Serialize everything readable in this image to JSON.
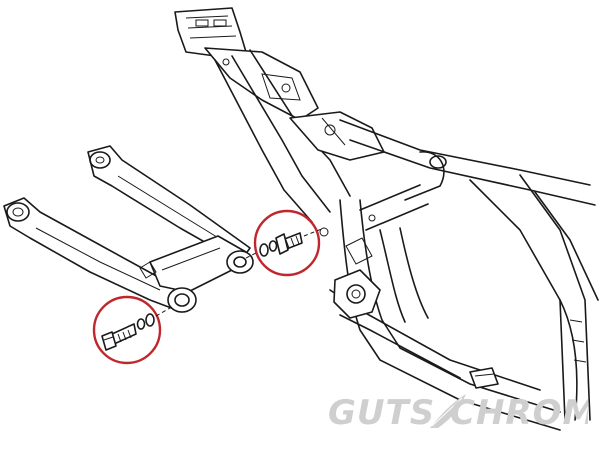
{
  "brand": {
    "watermark_left": "GUTS",
    "watermark_right": "CHROME",
    "watermark_color": "#cfcfcf"
  },
  "highlight_color": "#c0272d",
  "callouts": [
    {
      "label": "upper-pivot-bolt-callout"
    },
    {
      "label": "lower-pivot-bolt-callout"
    }
  ]
}
